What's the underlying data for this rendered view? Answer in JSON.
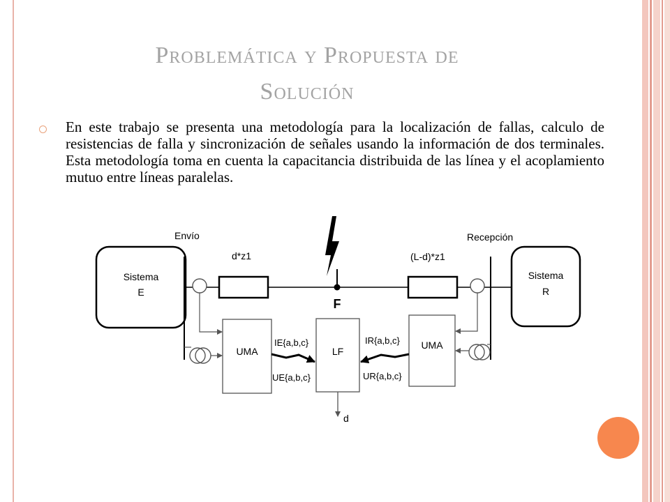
{
  "slide": {
    "title_line1": "Problemática y Propuesta de",
    "title_line2": "Solución",
    "bullet": "En este trabajo se presenta una metodología para la localización de fallas, calculo de resistencias de falla y sincronización de señales usando la información de dos terminales. Esta metodología toma en cuenta la capacitancia distribuida de las línea y el acoplamiento mutuo entre líneas paralelas."
  },
  "diagram": {
    "envio": "Envío",
    "recepcion": "Recepción",
    "sistema_e_line1": "Sistema",
    "sistema_e_line2": "E",
    "sistema_r_line1": "Sistema",
    "sistema_r_line2": "R",
    "impedance_left": "d*z1",
    "impedance_right": "(L-d)*z1",
    "fault": "F",
    "uma_left": "UMA",
    "uma_right": "UMA",
    "lf": "LF",
    "ie": "IE{a,b,c}",
    "ue": "UE{a,b,c}",
    "ir": "IR{a,b,c}",
    "ur": "UR{a,b,c}",
    "output": "d"
  },
  "colors": {
    "accent_orange": "#f7874e",
    "frame_pink": "#e9b3a9",
    "title_gray": "#a3a3a3"
  }
}
